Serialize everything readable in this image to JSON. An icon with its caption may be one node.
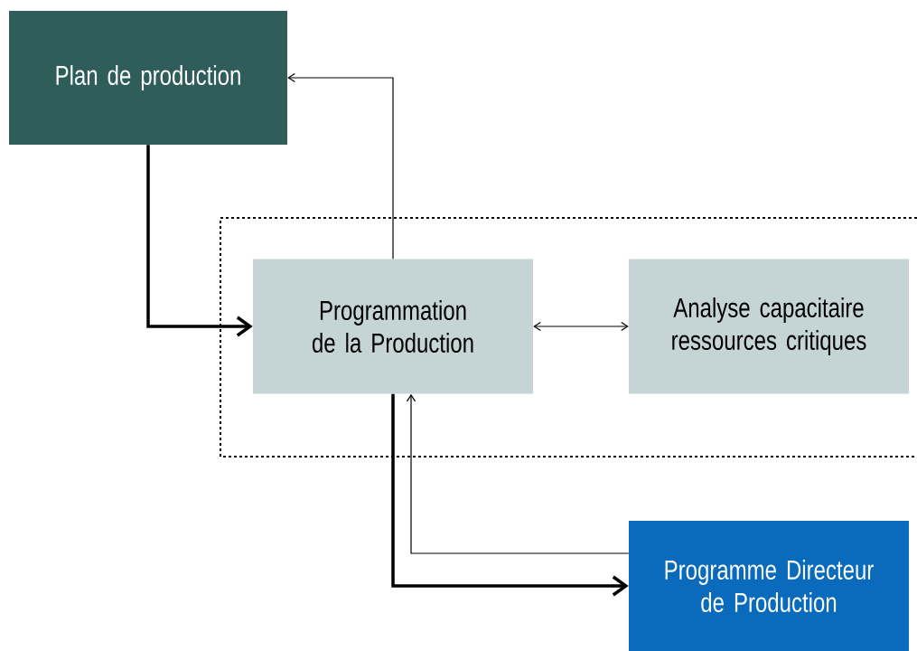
{
  "diagram": {
    "nodes": [
      {
        "text": [
          "Plan de production"
        ]
      },
      {
        "text": [
          "Programmation de la Production"
        ]
      },
      {
        "text": [
          "Analyse capacitaire ressources critiques"
        ]
      },
      {
        "text": [
          "Programme Directeur de Production"
        ]
      }
    ],
    "edges": [
      {
        "from": 1,
        "to": 0,
        "arrow": "to"
      },
      {
        "from": 0,
        "to": 1,
        "arrow": "to",
        "style": "thick"
      },
      {
        "from": 1,
        "to": 2,
        "arrow": "both"
      },
      {
        "from": 1,
        "to": 3,
        "arrow": "to",
        "style": "thick"
      },
      {
        "from": 3,
        "to": 1,
        "arrow": "to"
      }
    ]
  }
}
